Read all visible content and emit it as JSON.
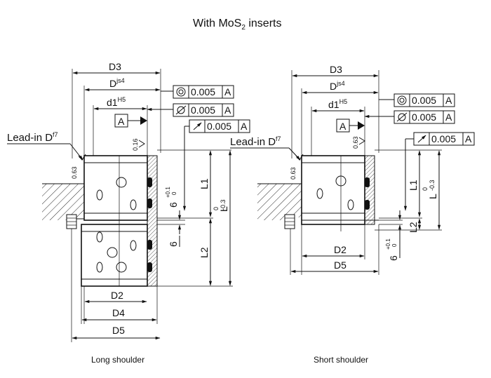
{
  "title": {
    "main": "With MoS",
    "sub": "2",
    "rest": " inserts"
  },
  "left": {
    "caption": "Long shoulder",
    "dims": {
      "D3": "D3",
      "D": "D",
      "D_tol": "js4",
      "d1": "d1",
      "d1_tol": "H5",
      "D2": "D2",
      "D4": "D4",
      "D5": "D5",
      "L1": "L1",
      "L2": "L2",
      "L": "L",
      "L_tol_up": "0",
      "L_tol_lo": "-0.3",
      "six_a": "6",
      "six_a_up": "+0.1",
      "six_a_lo": "0",
      "six_b": "6"
    },
    "leadin": {
      "label": "Lead-in D",
      "sup": "f7"
    },
    "roughness": [
      "0.63",
      "0.16"
    ],
    "datum": "A",
    "tolerances": [
      {
        "symbol": "concentricity",
        "value": "0.005",
        "datum": "A"
      },
      {
        "symbol": "cylindricity",
        "value": "0.005",
        "datum": "A"
      },
      {
        "symbol": "runout",
        "value": "0.005",
        "datum": "A"
      }
    ]
  },
  "right": {
    "caption": "Short shoulder",
    "dims": {
      "D3": "D3",
      "D": "D",
      "D_tol": "js4",
      "d1": "d1",
      "d1_tol": "H5",
      "D2": "D2",
      "D5": "D5",
      "L1": "L1",
      "L2": "L2",
      "L": "L",
      "L_tol_up": "0",
      "L_tol_lo": "-0.3",
      "six": "6",
      "six_up": "+0.1",
      "six_lo": "0"
    },
    "leadin": {
      "label": "Lead-in D",
      "sup": "f7"
    },
    "roughness": [
      "0.63",
      "0.63"
    ],
    "datum": "A",
    "tolerances": [
      {
        "symbol": "concentricity",
        "value": "0.005",
        "datum": "A"
      },
      {
        "symbol": "cylindricity",
        "value": "0.005",
        "datum": "A"
      },
      {
        "symbol": "runout",
        "value": "0.005",
        "datum": "A"
      }
    ]
  }
}
